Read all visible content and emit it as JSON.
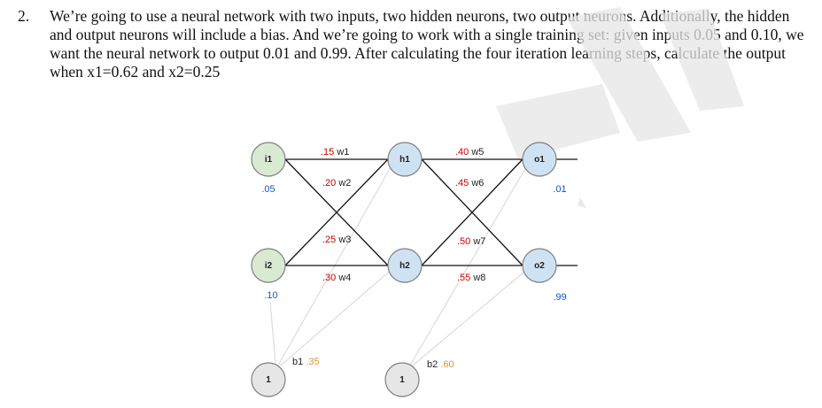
{
  "question": {
    "number": "2.",
    "text": "We’re going to use a neural network with two inputs, two hidden neurons, two output neurons. Additionally, the hidden and output neurons will include a bias. And we’re going to work with a single training set: given inputs 0.05 and 0.10, we want the neural network to output 0.01 and 0.99. After calculating the four iteration learning steps, calculate the output when x1=0.62 and x2=0.25"
  },
  "network": {
    "colors": {
      "input_fill": "#d9ead3",
      "hidden_fill": "#cfe2f3",
      "bias_fill": "#e6e6e6",
      "node_stroke": "#7f7f7f",
      "weight_value": "#cc0000",
      "io_value": "#1155cc",
      "bias_value": "#e69138",
      "edge": "#111111",
      "bias_edge": "#dddddd",
      "watermark": "#e3e3e3"
    },
    "nodes": {
      "i1": "i1",
      "i2": "i2",
      "h1": "h1",
      "h2": "h2",
      "o1": "o1",
      "o2": "o2",
      "b1": "1",
      "b2": "1"
    },
    "inputs": {
      "i1_value": ".05",
      "i2_value": ".10"
    },
    "targets": {
      "o1_value": ".01",
      "o2_value": ".99"
    },
    "weights": [
      {
        "value": ".15",
        "name": "w1"
      },
      {
        "value": ".20",
        "name": "w2"
      },
      {
        "value": ".25",
        "name": "w3"
      },
      {
        "value": ".30",
        "name": "w4"
      },
      {
        "value": ".40",
        "name": "w5"
      },
      {
        "value": ".45",
        "name": "w6"
      },
      {
        "value": ".50",
        "name": "w7"
      },
      {
        "value": ".55",
        "name": "w8"
      }
    ],
    "biases": [
      {
        "name": "b1",
        "value": ".35"
      },
      {
        "name": "b2",
        "value": ".60"
      }
    ]
  }
}
